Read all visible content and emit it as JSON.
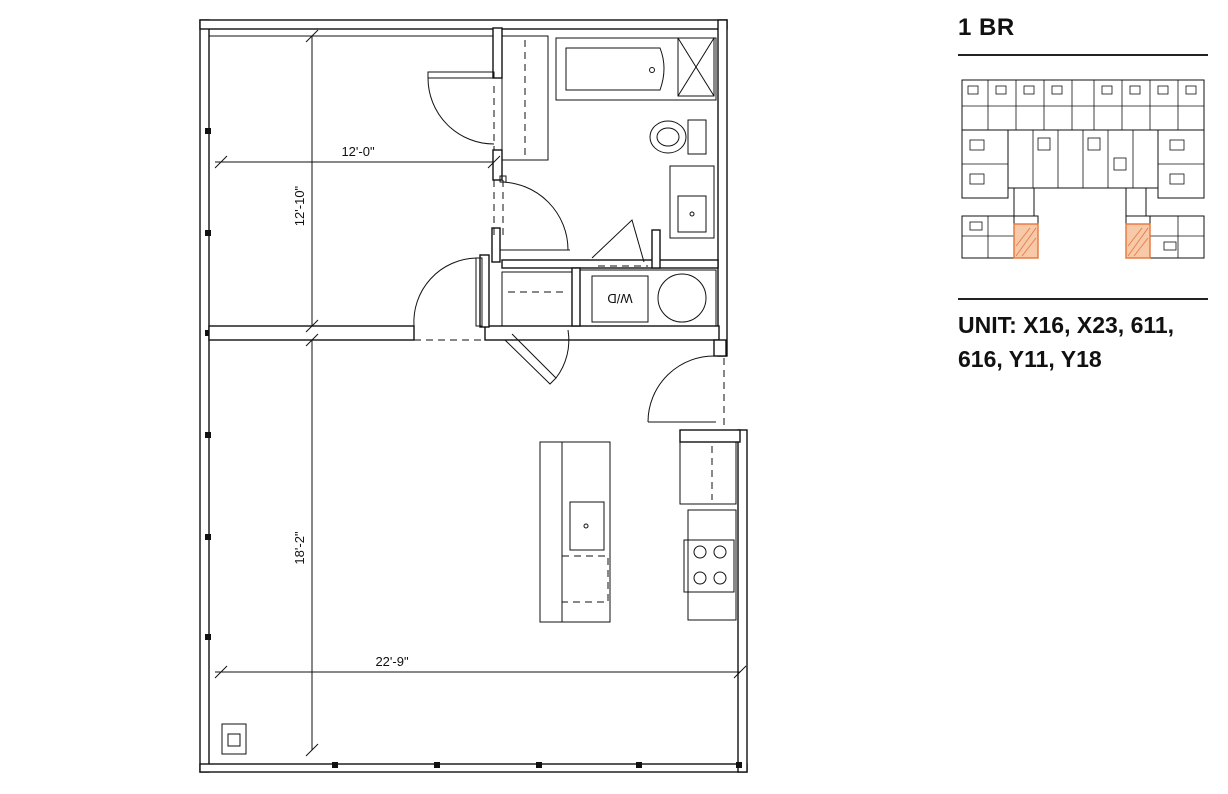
{
  "unit_type": "1 BR",
  "unit_list": "UNIT: X16, X23, 611, 616, Y11, Y18",
  "dimensions": {
    "bedroom_width": "12'-0\"",
    "bedroom_depth": "12'-10\"",
    "living_depth": "18'-2\"",
    "overall_width": "22'-9\""
  },
  "labels": {
    "washer_dryer": "W/D"
  },
  "colors": {
    "line": "#111111",
    "highlight": "#e8763a"
  }
}
